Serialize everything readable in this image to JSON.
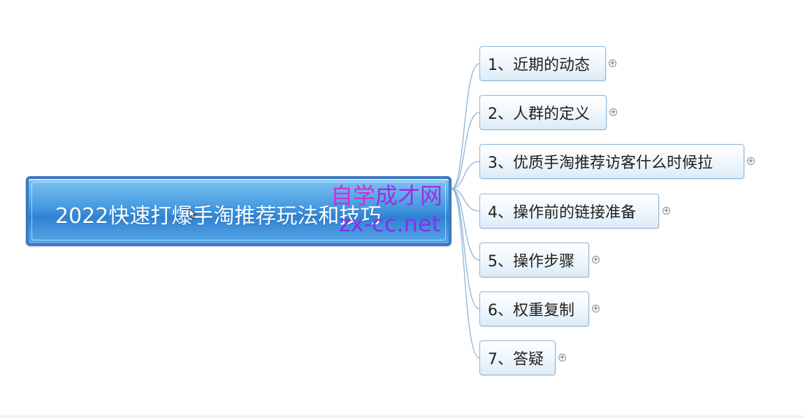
{
  "root_topic": {
    "title": "2022快速打爆手淘推荐玩法和技巧",
    "fill_color": "#4a9ee3",
    "border_color": "#3c78c0"
  },
  "subtopics": [
    {
      "label": "1、近期的动态"
    },
    {
      "label": "2、人群的定义"
    },
    {
      "label": "3、优质手淘推荐访客什么时候拉"
    },
    {
      "label": "4、操作前的链接准备"
    },
    {
      "label": "5、操作步骤"
    },
    {
      "label": "6、权重复制"
    },
    {
      "label": "7、答疑"
    }
  ],
  "expander_icon": "expand-plus-icon",
  "connector_color": "#8ab4d8",
  "watermark": {
    "line1_part1": "自学",
    "line1_part2": "成才网",
    "line2": "zx-cc.net"
  }
}
